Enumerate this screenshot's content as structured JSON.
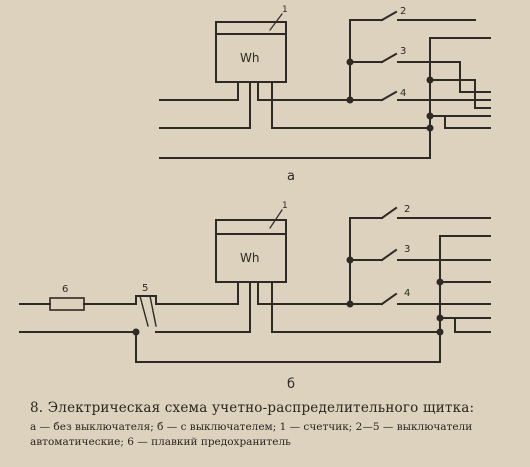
{
  "diagram": {
    "labels": {
      "meter": "Wh",
      "callout_1": "1",
      "callout_2": "2",
      "callout_3": "3",
      "callout_4": "4",
      "callout_5": "5",
      "callout_6": "6",
      "sub_a": "а",
      "sub_b": "б"
    }
  },
  "caption": {
    "title": "8. Электрическая схема учетно-распределительного щитка:",
    "legend_line1": "а — без выключателя; б — с выключателем; 1 — счетчик; 2—5 — выключатели",
    "legend_line2": "автоматические; 6 — плавкий предохранитель"
  }
}
